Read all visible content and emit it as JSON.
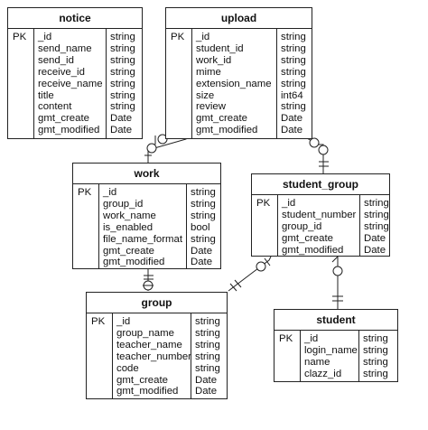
{
  "pk_label": "PK",
  "entities": [
    {
      "id": "notice",
      "title": "notice",
      "fields": [
        {
          "name": "_id",
          "type": "string"
        },
        {
          "name": "send_name",
          "type": "string"
        },
        {
          "name": "send_id",
          "type": "string"
        },
        {
          "name": "receive_id",
          "type": "string"
        },
        {
          "name": "receive_name",
          "type": "string"
        },
        {
          "name": "title",
          "type": "string"
        },
        {
          "name": "content",
          "type": "string"
        },
        {
          "name": "gmt_create",
          "type": "Date"
        },
        {
          "name": "gmt_modified",
          "type": "Date"
        }
      ]
    },
    {
      "id": "upload",
      "title": "upload",
      "fields": [
        {
          "name": "_id",
          "type": "string"
        },
        {
          "name": "student_id",
          "type": "string"
        },
        {
          "name": "work_id",
          "type": "string"
        },
        {
          "name": "mime",
          "type": "string"
        },
        {
          "name": "extension_name",
          "type": "string"
        },
        {
          "name": "size",
          "type": "int64"
        },
        {
          "name": "review",
          "type": "string"
        },
        {
          "name": "gmt_create",
          "type": "Date"
        },
        {
          "name": "gmt_modified",
          "type": "Date"
        }
      ]
    },
    {
      "id": "work",
      "title": "work",
      "fields": [
        {
          "name": "_id",
          "type": "string"
        },
        {
          "name": "group_id",
          "type": "string"
        },
        {
          "name": "work_name",
          "type": "string"
        },
        {
          "name": "is_enabled",
          "type": "bool"
        },
        {
          "name": "file_name_format",
          "type": "string"
        },
        {
          "name": "gmt_create",
          "type": "Date"
        },
        {
          "name": "gmt_modified",
          "type": "Date"
        }
      ]
    },
    {
      "id": "student_group",
      "title": "student_group",
      "fields": [
        {
          "name": "_id",
          "type": "string"
        },
        {
          "name": "student_number",
          "type": "string"
        },
        {
          "name": "group_id",
          "type": "string"
        },
        {
          "name": "gmt_create",
          "type": "Date"
        },
        {
          "name": "gmt_modified",
          "type": "Date"
        }
      ]
    },
    {
      "id": "group",
      "title": "group",
      "fields": [
        {
          "name": "_id",
          "type": "string"
        },
        {
          "name": "group_name",
          "type": "string"
        },
        {
          "name": "teacher_name",
          "type": "string"
        },
        {
          "name": "teacher_number",
          "type": "string"
        },
        {
          "name": "code",
          "type": "string"
        },
        {
          "name": "gmt_create",
          "type": "Date"
        },
        {
          "name": "gmt_modified",
          "type": "Date"
        }
      ]
    },
    {
      "id": "student",
      "title": "student",
      "fields": [
        {
          "name": "_id",
          "type": "string"
        },
        {
          "name": "login_name",
          "type": "string"
        },
        {
          "name": "name",
          "type": "string"
        },
        {
          "name": "clazz_id",
          "type": "string"
        }
      ]
    }
  ],
  "relationships": [
    {
      "from": "work",
      "to": "upload",
      "from_cardinality": "zero-or-one",
      "to_cardinality": "zero-or-one"
    },
    {
      "from": "upload",
      "to": "student_group",
      "from_cardinality": "zero-or-one",
      "to_cardinality": "one"
    },
    {
      "from": "work",
      "to": "group",
      "from_cardinality": "one",
      "to_cardinality": "zero-or-one"
    },
    {
      "from": "group",
      "to": "student_group",
      "from_cardinality": "one",
      "to_cardinality": "zero-or-one"
    },
    {
      "from": "student_group",
      "to": "student",
      "from_cardinality": "zero-or-one",
      "to_cardinality": "one"
    }
  ]
}
